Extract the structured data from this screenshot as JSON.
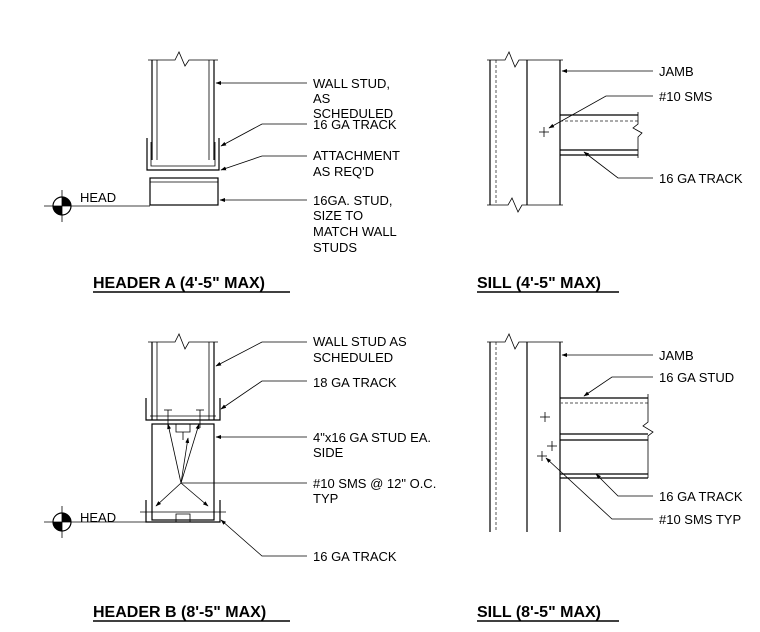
{
  "header_a": {
    "title": "HEADER A (4'-5\" MAX)",
    "labels": {
      "wall_stud_1": "WALL STUD,",
      "wall_stud_2": "AS",
      "wall_stud_3": "SCHEDULED",
      "track": "16 GA TRACK",
      "attach_1": "ATTACHMENT",
      "attach_2": "AS REQ'D",
      "stud_1": "16GA. STUD,",
      "stud_2": "SIZE TO",
      "stud_3": "MATCH WALL",
      "stud_4": "STUDS"
    },
    "marker": "HEAD"
  },
  "sill_a": {
    "title": "SILL (4'-5\" MAX)",
    "labels": {
      "jamb": "JAMB",
      "sms": "#10 SMS",
      "track": "16 GA TRACK"
    }
  },
  "header_b": {
    "title": "HEADER B (8'-5\" MAX)",
    "labels": {
      "wall_stud_1": "WALL STUD AS",
      "wall_stud_2": "SCHEDULED",
      "track_18": "18 GA TRACK",
      "stud_1": "4\"x16 GA STUD EA.",
      "stud_2": "SIDE",
      "sms_1": "#10 SMS @ 12\" O.C.",
      "sms_2": "TYP",
      "track_16": "16 GA TRACK"
    },
    "marker": "HEAD"
  },
  "sill_b": {
    "title": "SILL (8'-5\" MAX)",
    "labels": {
      "jamb": "JAMB",
      "stud": "16 GA STUD",
      "track": "16 GA TRACK",
      "sms": "#10 SMS TYP"
    }
  }
}
